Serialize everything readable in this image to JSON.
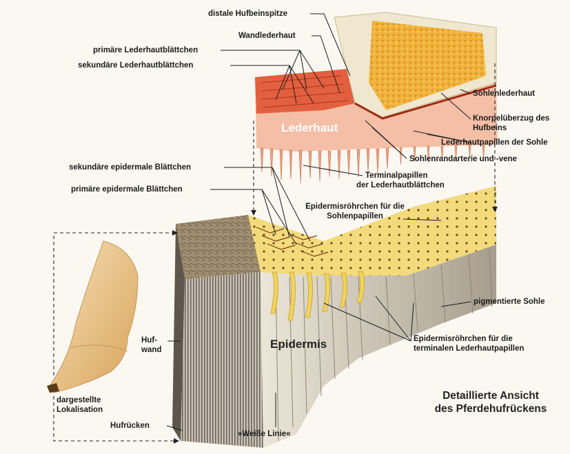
{
  "labels": {
    "distale_hufbeinspitze": "distale Hufbeinspitze",
    "wandlederhaut": "Wandlederhaut",
    "primaere_lederhautblaettchen": "primäre Lederhautblättchen",
    "sekundaere_lederhautblaettchen": "sekundäre Lederhautblättchen",
    "lederhaut": "Lederhaut",
    "sohlenlederhaut": "Sohlenlederhaut",
    "knorpelueberzug_1": "Knorpelüberzug des",
    "knorpelueberzug_2": "Hufbeins",
    "lederhautpapillen_sohle": "Lederhautpapillen der Sohle",
    "sohlenrandarterie": "Sohlenrandarterie und -vene",
    "terminalpapillen_1": "Terminalpapillen",
    "terminalpapillen_2": "der Lederhautblättchen",
    "sekundaere_epidermale": "sekundäre epidermale Blättchen",
    "primaere_epidermale": "primäre epidermale Blättchen",
    "epidermisroehrchen_sohle_1": "Epidermisröhrchen für die",
    "epidermisroehrchen_sohle_2": "Sohlenpapillen",
    "pigmentierte_sohle": "pigmentierte Sohle",
    "epidermis": "Epidermis",
    "epidermisroehrchen_terminal_1": "Epidermisröhrchen für die",
    "epidermisroehrchen_terminal_2": "terminalen Lederhautpapillen",
    "hufwand_1": "Huf-",
    "hufwand_2": "wand",
    "dargestellte_1": "dargestellte",
    "dargestellte_2": "Lokalisation",
    "hufruecken": "Hufrücken",
    "weisse_linie": "»Weiße Linie«",
    "title_1": "Detaillierte Ansicht",
    "title_2": "des Pferdehufrückens"
  },
  "colors": {
    "dermis": "#e8795a",
    "dermis_light": "#f6c9b2",
    "bone_yellow": "#f2b43a",
    "cartilage": "#f4ead0",
    "epidermis_yellow": "#f4dd7a",
    "horn_gray": "#b7b0a4",
    "horn_dark": "#6e655a",
    "hoof_tan": "#e8c48a"
  }
}
